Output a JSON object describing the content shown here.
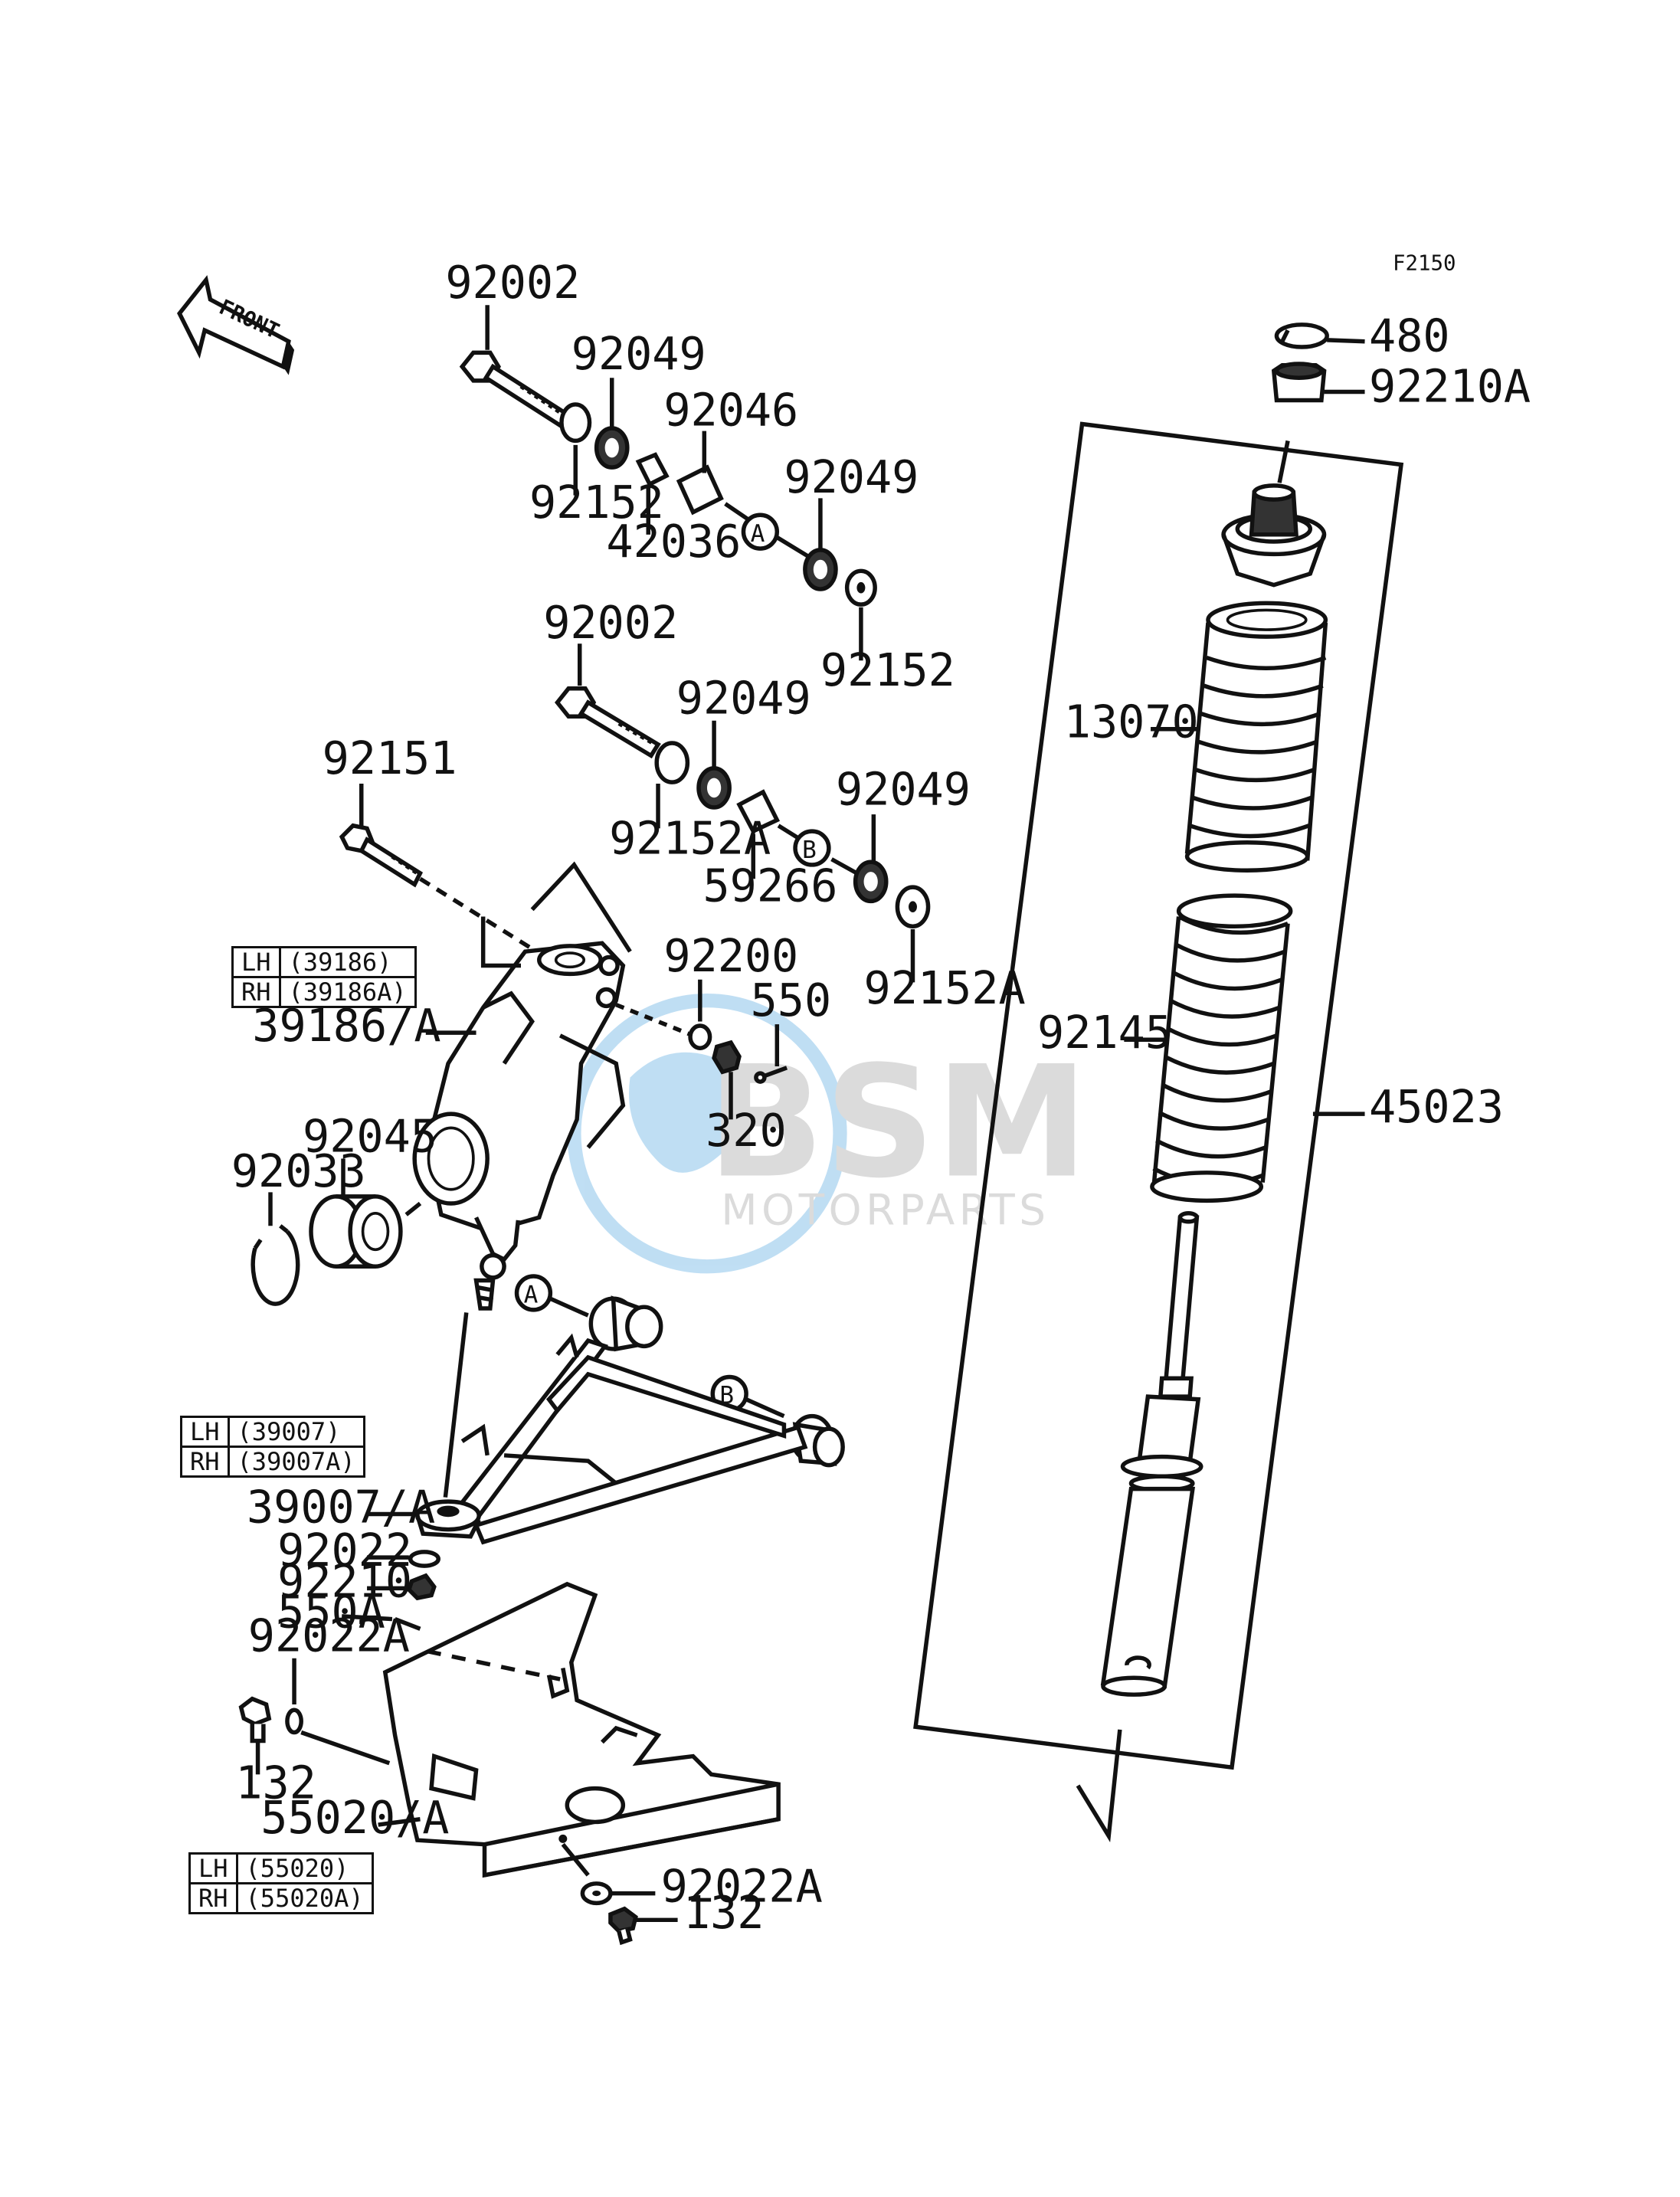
{
  "figure_id": "F2150",
  "front_label": "FRONT",
  "circle_markers": {
    "a": "A",
    "b": "B"
  },
  "watermark": {
    "logo": "BSM",
    "text": "MOTORPARTS"
  },
  "part_numbers": {
    "p92002_top": "92002",
    "p92049_a": "92049",
    "p92046": "92046",
    "p92049_b": "92049",
    "p92152_a": "92152",
    "p42036": "42036",
    "p92152_b": "92152",
    "p92002_mid": "92002",
    "p92049_c": "92049",
    "p92152A_a": "92152A",
    "p92049_d": "92049",
    "p59266": "59266",
    "p92152A_b": "92152A",
    "p92151": "92151",
    "p92200": "92200",
    "p550": "550",
    "p39186A_ref": "39186/A",
    "p320": "320",
    "p92045": "92045",
    "p92033": "92033",
    "p39007A_ref": "39007/A",
    "p92022": "92022",
    "p92210": "92210",
    "p550A": "550A",
    "p92022A_a": "92022A",
    "p132_a": "132",
    "p55020A_ref": "55020/A",
    "p92022A_b": "92022A",
    "p132_b": "132",
    "p480": "480",
    "p92210A": "92210A",
    "p13070": "13070",
    "p92145": "92145",
    "p45023": "45023"
  },
  "tables": {
    "knuckle": [
      {
        "side": "LH",
        "part": "(39186)"
      },
      {
        "side": "RH",
        "part": "(39186A)"
      }
    ],
    "arm": [
      {
        "side": "LH",
        "part": "(39007)"
      },
      {
        "side": "RH",
        "part": "(39007A)"
      }
    ],
    "guard": [
      {
        "side": "LH",
        "part": "(55020)"
      },
      {
        "side": "RH",
        "part": "(55020A)"
      }
    ]
  }
}
